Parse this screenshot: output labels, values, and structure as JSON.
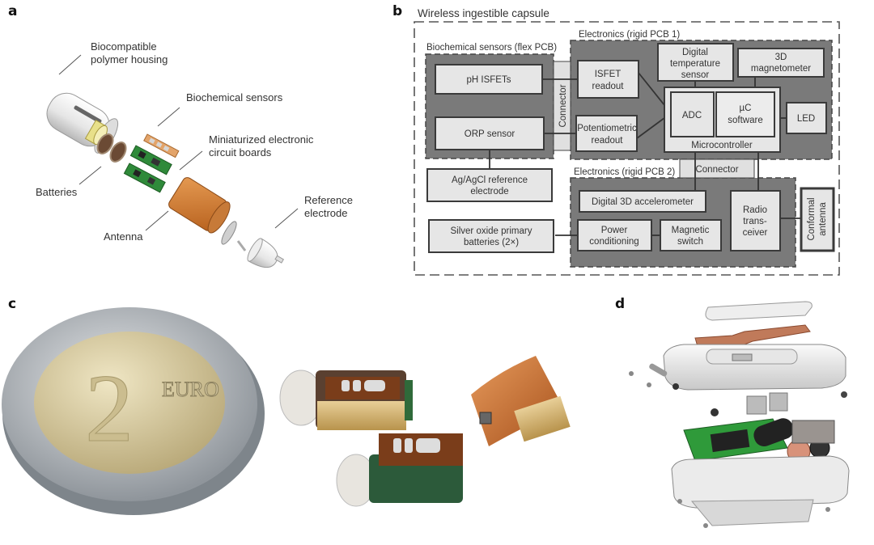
{
  "panels": {
    "a": {
      "letter": "a",
      "labels": {
        "housing": [
          "Biocompatible",
          "polymer housing"
        ],
        "sensors": "Biochemical sensors",
        "boards": [
          "Miniaturized electronic",
          "circuit boards"
        ],
        "batteries": "Batteries",
        "antenna": "Antenna",
        "reference": [
          "Reference",
          "electrode"
        ]
      }
    },
    "b": {
      "letter": "b",
      "title": "Wireless ingestible capsule",
      "groups": {
        "flex": "Biochemical sensors (flex PCB)",
        "pcb1": "Electronics (rigid PCB 1)",
        "pcb2": "Electronics (rigid PCB 2)"
      },
      "blocks": {
        "ph_isfets": [
          "pH ISFETs"
        ],
        "orp": [
          "ORP sensor"
        ],
        "connector_v": [
          "Connector"
        ],
        "isfet_readout": [
          "ISFET",
          "readout"
        ],
        "pot_readout": [
          "Potentiometric",
          "readout"
        ],
        "temp": [
          "Digital",
          "temperature",
          "sensor"
        ],
        "magnetometer": [
          "3D",
          "magnetometer"
        ],
        "adc": [
          "ADC"
        ],
        "uc": [
          "µC",
          "software"
        ],
        "mcu": [
          "Microcontroller"
        ],
        "led": [
          "LED"
        ],
        "agcl": [
          "Ag/AgCl reference",
          "electrode"
        ],
        "connector_h": [
          "Connector"
        ],
        "accel": [
          "Digital 3D accelerometer"
        ],
        "radio": [
          "Radio",
          "trans-",
          "ceiver"
        ],
        "antenna": [
          "Conformal",
          "antenna"
        ],
        "batteries": [
          "Silver oxide primary",
          "batteries (2×)"
        ],
        "power": [
          "Power",
          "conditioning"
        ],
        "mag_switch": [
          "Magnetic",
          "switch"
        ]
      }
    },
    "c": {
      "letter": "c",
      "coin_text": "EURO",
      "coin_value": "2"
    },
    "d": {
      "letter": "d"
    }
  },
  "colors": {
    "pcb_fill": "#7a7a7a",
    "block_fill": "#e6e6e6",
    "copper": "#c8773a",
    "pcb_green": "#2f8a3a"
  }
}
